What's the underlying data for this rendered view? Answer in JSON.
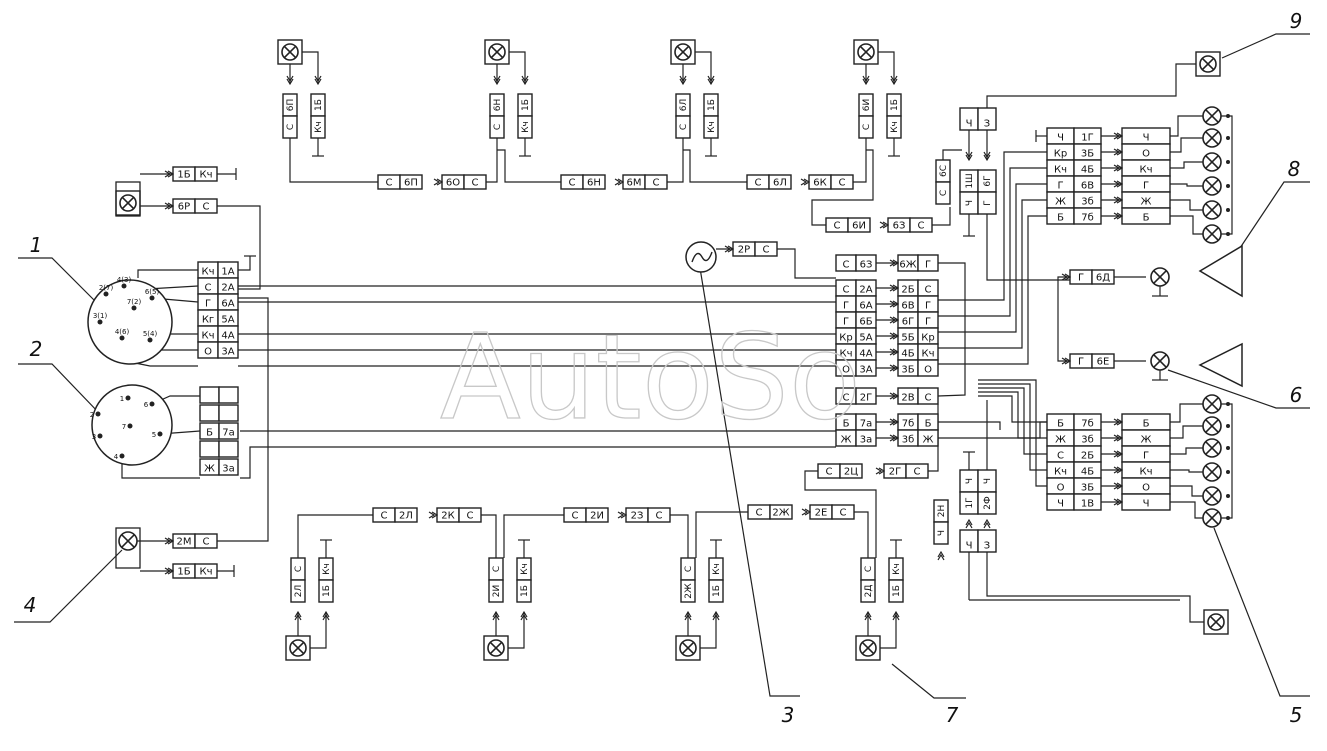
{
  "watermark": "AutoSo",
  "callouts": [
    "1",
    "2",
    "3",
    "4",
    "5",
    "6",
    "7",
    "8",
    "9"
  ],
  "lamps_top": [
    {
      "con": [
        "С",
        "6П",
        "Кч",
        "1Б"
      ]
    },
    {
      "con": [
        "С",
        "6Н",
        "Кч",
        "1Б"
      ]
    },
    {
      "con": [
        "С",
        "6Л",
        "Кч",
        "1Б"
      ]
    },
    {
      "con": [
        "С",
        "6И",
        "Кч",
        "1Б"
      ]
    }
  ],
  "lamps_bottom": [
    {
      "con": [
        "2Л",
        "С",
        "1Б",
        "Кч"
      ]
    },
    {
      "con": [
        "2И",
        "С",
        "1Б",
        "Кч"
      ]
    },
    {
      "con": [
        "2Ж",
        "С",
        "1Б",
        "Кч"
      ]
    },
    {
      "con": [
        "2Д",
        "С",
        "1Б",
        "Кч"
      ]
    }
  ],
  "connectors_top_row": [
    [
      "С",
      "6П"
    ],
    [
      "6О",
      "С"
    ],
    [
      "С",
      "6Н"
    ],
    [
      "6М",
      "С"
    ],
    [
      "С",
      "6Л"
    ],
    [
      "6К",
      "С"
    ]
  ],
  "connectors_top_row2": [
    [
      "С",
      "6И"
    ],
    [
      "6З",
      "С"
    ]
  ],
  "connectors_bottom_row": [
    [
      "С",
      "2Л"
    ],
    [
      "2К",
      "С"
    ],
    [
      "С",
      "2И"
    ],
    [
      "2З",
      "С"
    ],
    [
      "С",
      "2Ж"
    ],
    [
      "2Е",
      "С"
    ]
  ],
  "connectors_bottom_row2": [
    [
      "С",
      "2Ц"
    ],
    [
      "2Г",
      "С"
    ]
  ],
  "switch1_pins": [
    [
      "Кч",
      "1А"
    ],
    [
      "С",
      "2А"
    ],
    [
      "Г",
      "6А"
    ],
    [
      "Кг",
      "5А"
    ],
    [
      "Кч",
      "4А"
    ],
    [
      "О",
      "3А"
    ]
  ],
  "switch1_terminals": [
    "2(7)",
    "4(3)",
    "7(2)",
    "6(5)",
    "3(1)",
    "4(6)",
    "5(4)"
  ],
  "switch2_pins": [
    [
      "",
      ""
    ],
    [
      "",
      ""
    ],
    [
      "Б",
      "7а"
    ],
    [
      "",
      ""
    ],
    [
      "Ж",
      "3а"
    ]
  ],
  "switch2_terminals": [
    "1",
    "2",
    "3",
    "4",
    "5",
    "6",
    "7"
  ],
  "lamp4_connectors": [
    [
      "2М",
      "С"
    ],
    [
      "1Б",
      "Кч"
    ]
  ],
  "lamp_left_top_connectors": [
    [
      "1Б",
      "Кч"
    ],
    [
      "6Р",
      "С"
    ]
  ],
  "signal_connector": [
    "2Р",
    "С"
  ],
  "central_block": [
    [
      "С",
      "6З",
      "6Ж",
      "Г"
    ],
    [
      "С",
      "2А",
      "2Б",
      "С"
    ],
    [
      "Г",
      "6А",
      "6В",
      "Г"
    ],
    [
      "Г",
      "6Б",
      "6Г",
      "Г"
    ],
    [
      "Кр",
      "5А",
      "5Б",
      "Кр"
    ],
    [
      "Кч",
      "4А",
      "4Б",
      "Кч"
    ],
    [
      "О",
      "3А",
      "3Б",
      "О"
    ],
    [
      "С",
      "2Г",
      "2В",
      "С"
    ],
    [
      "Б",
      "7а",
      "7б",
      "Б"
    ],
    [
      "Ж",
      "3а",
      "3б",
      "Ж"
    ]
  ],
  "right_block_top": [
    [
      "Ч",
      "1Г",
      "Ч"
    ],
    [
      "Кр",
      "3Б",
      "О"
    ],
    [
      "Кч",
      "4Б",
      "Кч"
    ],
    [
      "Г",
      "6В",
      "Г"
    ],
    [
      "Ж",
      "3б",
      "Ж"
    ],
    [
      "Б",
      "7б",
      "Б"
    ]
  ],
  "right_block_bottom": [
    [
      "Б",
      "7б",
      "Б"
    ],
    [
      "Ж",
      "3б",
      "Ж"
    ],
    [
      "С",
      "2Б",
      "Г"
    ],
    [
      "Кч",
      "4Б",
      "Кч"
    ],
    [
      "О",
      "3Б",
      "О"
    ],
    [
      "Ч",
      "1В",
      "Ч"
    ]
  ],
  "right_mid_connectors": [
    [
      "Г",
      "6Д"
    ],
    [
      "Г",
      "6Е"
    ]
  ],
  "top_right_stack": [
    [
      "Ч",
      "З"
    ],
    [
      "1Ш",
      "6Г"
    ],
    [
      "Ч",
      "Г"
    ]
  ],
  "top_right_vert": [
    "6С",
    "С"
  ],
  "bottom_right_stack": [
    [
      "Ч",
      "Ч"
    ],
    [
      "1Г",
      "2Ф"
    ],
    [
      "Ч",
      "З"
    ]
  ],
  "bottom_right_vert": [
    "2Н",
    "Ч"
  ]
}
